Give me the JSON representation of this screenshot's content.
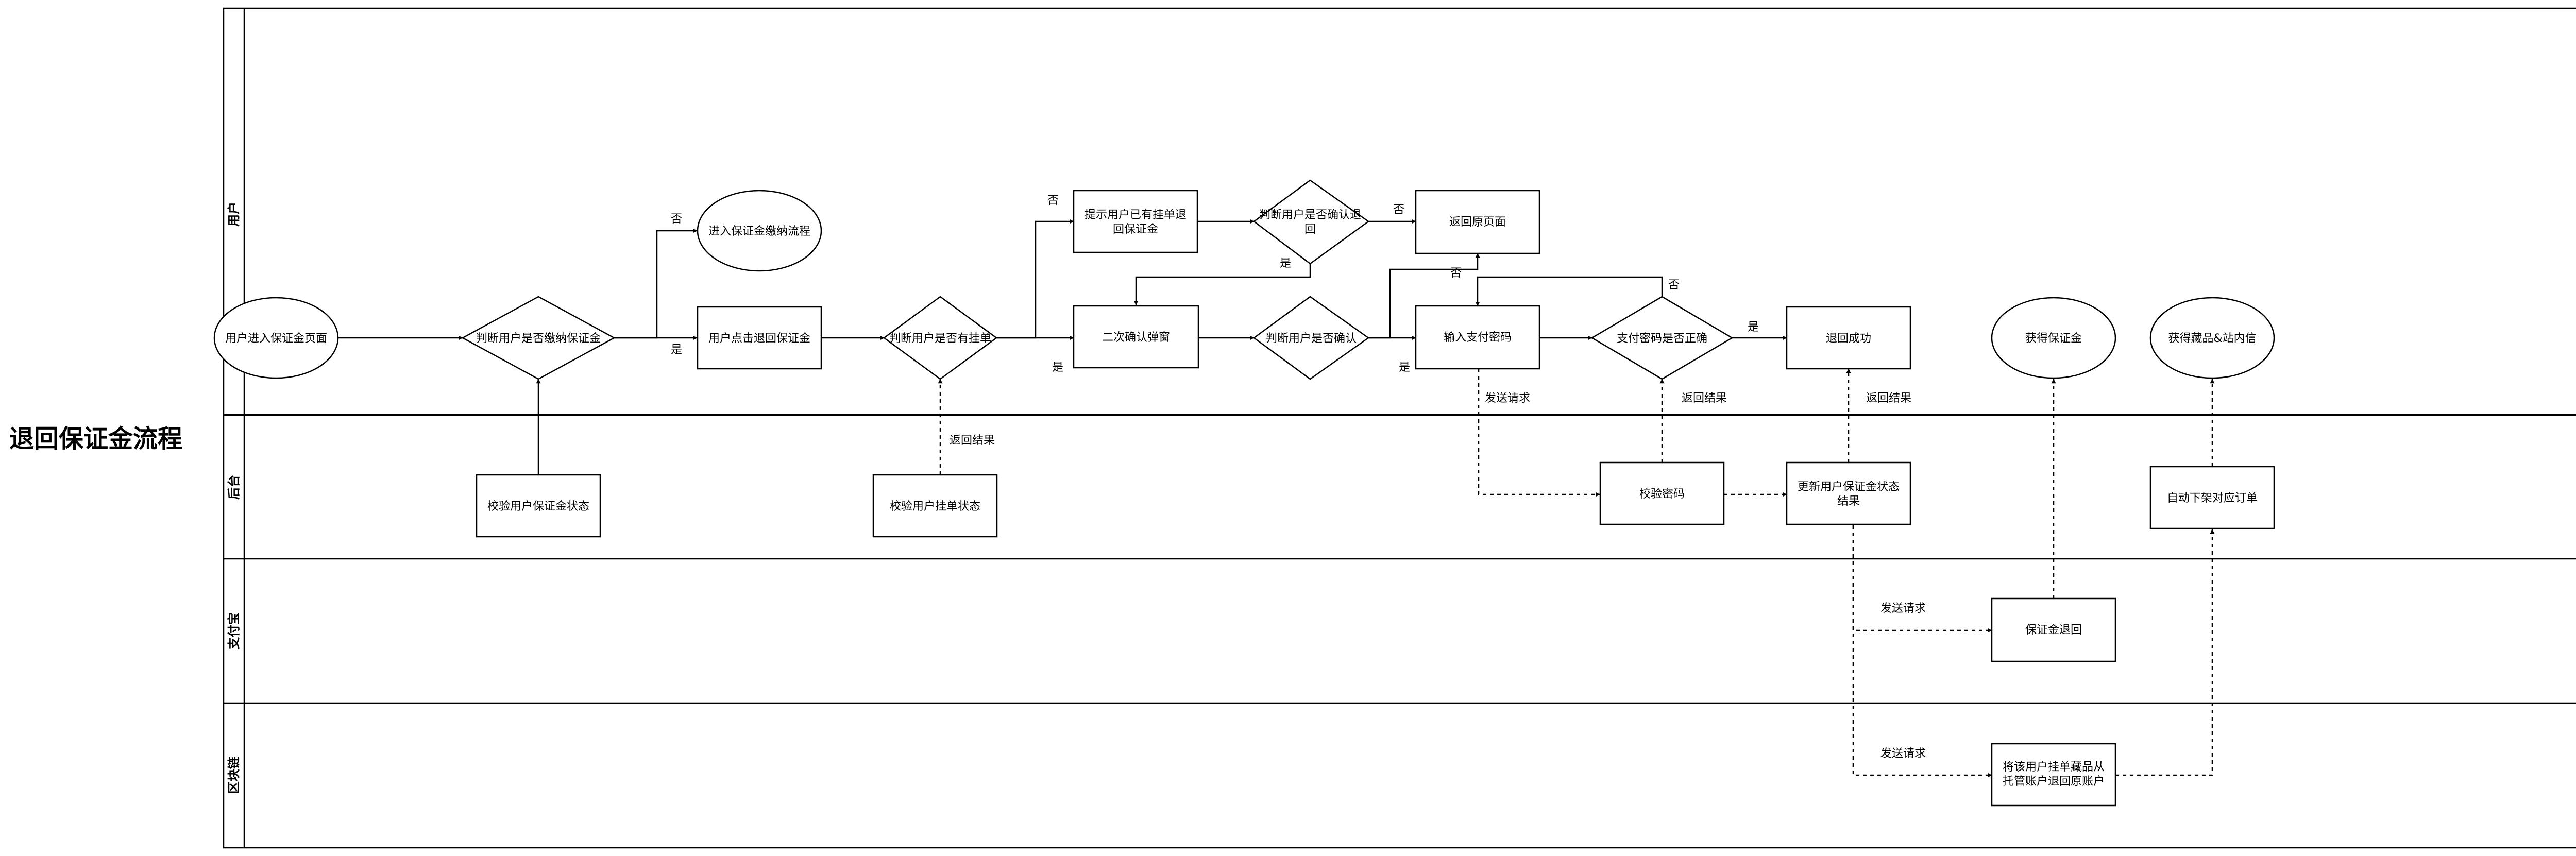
{
  "title": "退回保证金流程",
  "lanes": [
    {
      "id": "user",
      "label": "用户"
    },
    {
      "id": "backend",
      "label": "后台"
    },
    {
      "id": "alipay",
      "label": "支付宝"
    },
    {
      "id": "blockchain",
      "label": "区块链"
    }
  ],
  "nodes": {
    "start": {
      "shape": "ellipse",
      "lines": [
        "用户进入保证金页面"
      ]
    },
    "judge_paid": {
      "shape": "diamond",
      "lines": [
        "判断用户是否缴纳保证金"
      ]
    },
    "pay_flow": {
      "shape": "ellipse",
      "lines": [
        "进入保证金缴纳流程"
      ]
    },
    "click_refund": {
      "shape": "rect",
      "lines": [
        "用户点击退回保证金"
      ]
    },
    "judge_listing": {
      "shape": "diamond",
      "lines": [
        "判断用户是否有挂单"
      ]
    },
    "prompt_listing": {
      "shape": "rect",
      "lines": [
        "提示用户已有挂单退",
        "回保证金"
      ]
    },
    "judge_confirm_refund": {
      "shape": "diamond",
      "lines": [
        "判断用户是否确认退",
        "回"
      ]
    },
    "return_page": {
      "shape": "rect",
      "lines": [
        "返回原页面"
      ]
    },
    "confirm_popup": {
      "shape": "rect",
      "lines": [
        "二次确认弹窗"
      ]
    },
    "judge_confirm": {
      "shape": "diamond",
      "lines": [
        "判断用户是否确认"
      ]
    },
    "input_password": {
      "shape": "rect",
      "lines": [
        "输入支付密码"
      ]
    },
    "judge_password": {
      "shape": "diamond",
      "lines": [
        "支付密码是否正确"
      ]
    },
    "refund_success": {
      "shape": "rect",
      "lines": [
        "退回成功"
      ]
    },
    "get_deposit": {
      "shape": "ellipse",
      "lines": [
        "获得保证金"
      ]
    },
    "get_items": {
      "shape": "ellipse",
      "lines": [
        "获得藏品&站内信"
      ]
    },
    "check_deposit_status": {
      "shape": "rect",
      "lines": [
        "校验用户保证金状态"
      ]
    },
    "check_listing_status": {
      "shape": "rect",
      "lines": [
        "校验用户挂单状态"
      ]
    },
    "verify_password": {
      "shape": "rect",
      "lines": [
        "校验密码"
      ]
    },
    "update_status": {
      "shape": "rect",
      "lines": [
        "更新用户保证金状态",
        "结果"
      ]
    },
    "auto_delist": {
      "shape": "rect",
      "lines": [
        "自动下架对应订单"
      ]
    },
    "deposit_return": {
      "shape": "rect",
      "lines": [
        "保证金退回"
      ]
    },
    "return_items": {
      "shape": "rect",
      "lines": [
        "将该用户挂单藏品从",
        "托管账户退回原账户"
      ]
    }
  },
  "edges": [
    {
      "from": "start",
      "to": "judge_paid",
      "label": "",
      "style": "solid"
    },
    {
      "from": "judge_paid",
      "to": "pay_flow",
      "label": "否",
      "style": "solid"
    },
    {
      "from": "judge_paid",
      "to": "click_refund",
      "label": "是",
      "style": "solid"
    },
    {
      "from": "check_deposit_status",
      "to": "judge_paid",
      "label": "",
      "style": "solid"
    },
    {
      "from": "click_refund",
      "to": "judge_listing",
      "label": "",
      "style": "solid"
    },
    {
      "from": "check_listing_status",
      "to": "judge_listing",
      "label": "返回结果",
      "style": "dashed"
    },
    {
      "from": "judge_listing",
      "to": "prompt_listing",
      "label": "否",
      "style": "solid"
    },
    {
      "from": "judge_listing",
      "to": "confirm_popup",
      "label": "是",
      "style": "solid"
    },
    {
      "from": "prompt_listing",
      "to": "judge_confirm_refund",
      "label": "",
      "style": "solid"
    },
    {
      "from": "judge_confirm_refund",
      "to": "return_page",
      "label": "否",
      "style": "solid"
    },
    {
      "from": "judge_confirm_refund",
      "to": "confirm_popup",
      "label": "是",
      "style": "solid"
    },
    {
      "from": "confirm_popup",
      "to": "judge_confirm",
      "label": "",
      "style": "solid"
    },
    {
      "from": "judge_confirm",
      "to": "input_password",
      "label": "是",
      "style": "solid"
    },
    {
      "from": "judge_confirm",
      "to": "return_page",
      "label": "否",
      "style": "solid"
    },
    {
      "from": "input_password",
      "to": "judge_password",
      "label": "",
      "style": "solid"
    },
    {
      "from": "judge_password",
      "to": "input_password",
      "label": "否",
      "style": "solid"
    },
    {
      "from": "judge_password",
      "to": "refund_success",
      "label": "是",
      "style": "solid"
    },
    {
      "from": "input_password",
      "to": "verify_password",
      "label": "发送请求",
      "style": "dashed"
    },
    {
      "from": "verify_password",
      "to": "judge_password",
      "label": "返回结果",
      "style": "dashed"
    },
    {
      "from": "verify_password",
      "to": "update_status",
      "label": "",
      "style": "dashed"
    },
    {
      "from": "update_status",
      "to": "refund_success",
      "label": "返回结果",
      "style": "dashed"
    },
    {
      "from": "update_status",
      "to": "deposit_return",
      "label": "发送请求",
      "style": "dashed"
    },
    {
      "from": "update_status",
      "to": "return_items",
      "label": "发送请求",
      "style": "dashed"
    },
    {
      "from": "deposit_return",
      "to": "get_deposit",
      "label": "",
      "style": "dashed"
    },
    {
      "from": "return_items",
      "to": "auto_delist",
      "label": "",
      "style": "dashed"
    },
    {
      "from": "auto_delist",
      "to": "get_items",
      "label": "",
      "style": "dashed"
    }
  ]
}
